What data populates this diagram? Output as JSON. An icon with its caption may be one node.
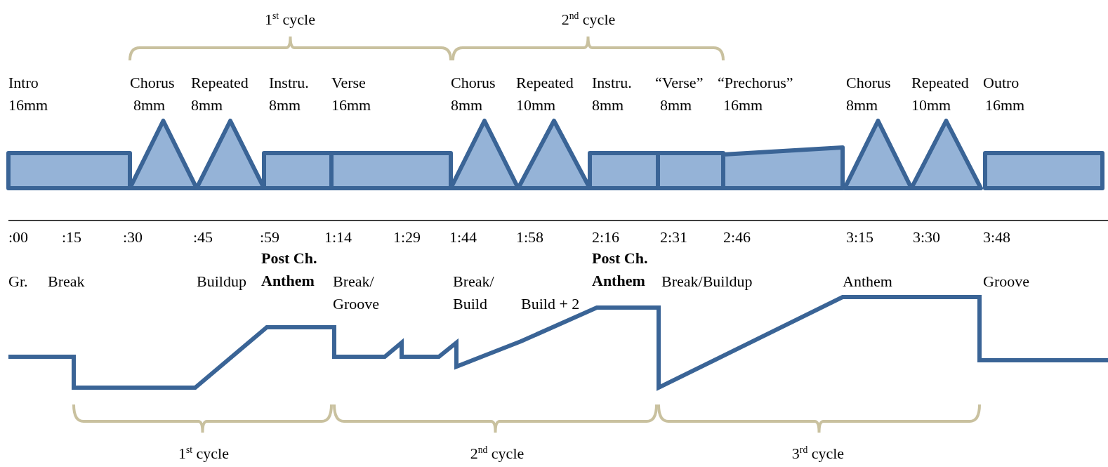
{
  "diagram": {
    "nodes": [
      {
        "text": [
          "Intro",
          "16mm"
        ]
      },
      {
        "text": [
          "Chorus",
          "8mm"
        ]
      },
      {
        "text": [
          "Repeated",
          "8mm"
        ]
      },
      {
        "text": [
          "Instru.",
          "8mm"
        ]
      },
      {
        "text": [
          "Verse",
          "16mm"
        ]
      },
      {
        "text": [
          "Chorus",
          "8mm"
        ]
      },
      {
        "text": [
          "Repeated",
          "10mm"
        ]
      },
      {
        "text": [
          "Instru.",
          "8mm"
        ]
      },
      {
        "text": [
          "“Verse”",
          "8mm"
        ]
      },
      {
        "text": [
          "“Prechorus”",
          "16mm"
        ]
      },
      {
        "text": [
          "Chorus",
          "8mm"
        ]
      },
      {
        "text": [
          "Repeated",
          "10mm"
        ]
      },
      {
        "text": [
          "Outro",
          "16mm"
        ]
      }
    ],
    "labels": [
      "1$^{st}$ cycle",
      "2$^{nd}$ cycle",
      ":00",
      ":15",
      ":30",
      ":45",
      ":59",
      "1:14",
      "1:29",
      "1:44",
      "1:58",
      "2:16",
      "2:31",
      "2:46",
      "3:15",
      "3:30",
      "3:48",
      "Post Ch. Anthem",
      "Post Ch. Anthem",
      "Gr.",
      "Break",
      "Buildup",
      "Break/ Groove",
      "Break/ Build",
      "Build + 2",
      "Break/Buildup",
      "Anthem",
      "Groove",
      "1$^{st}$ cycle",
      "2$^{nd}$ cycle",
      "3$^{rd}$ cycle"
    ]
  }
}
